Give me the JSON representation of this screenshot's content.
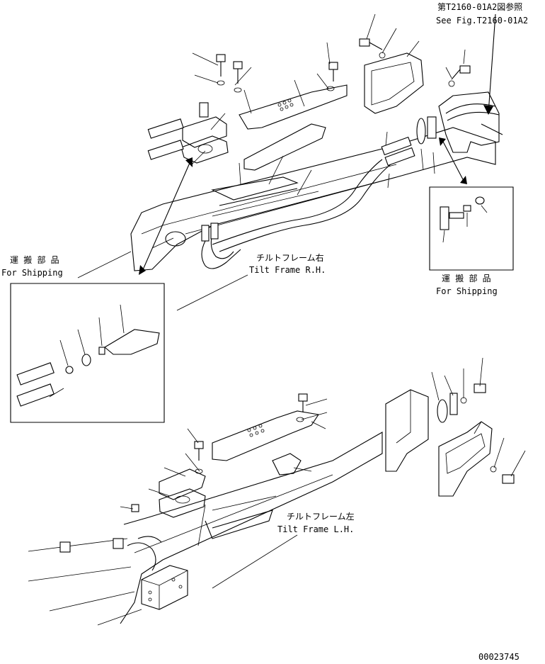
{
  "labels": {
    "ref_jp": "第T2160-01A2図参照",
    "ref_en": "See Fig.T2160-01A2",
    "shipping_jp_left": "運 搬 部 品",
    "shipping_en_left": "For Shipping",
    "shipping_jp_right": "運 搬 部 品",
    "shipping_en_right": "For Shipping",
    "tilt_rh_jp": "チルトフレーム右",
    "tilt_rh_en": "Tilt Frame R.H.",
    "tilt_lh_jp": "チルトフレーム左",
    "tilt_lh_en": "Tilt Frame L.H.",
    "drawing_number": "00023745"
  }
}
